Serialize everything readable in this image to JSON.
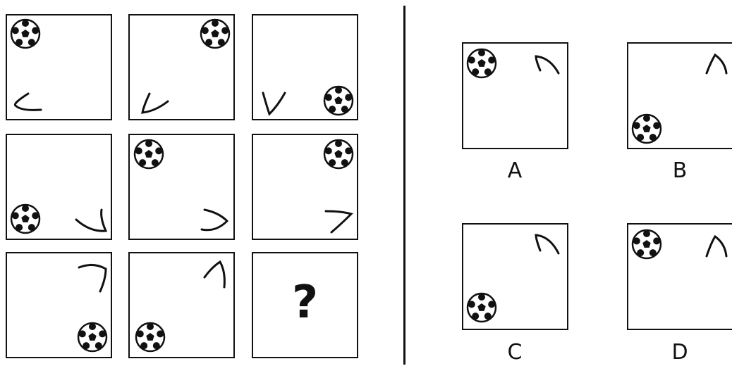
{
  "question_mark": "?",
  "options": [
    {
      "label": "A"
    },
    {
      "label": "B"
    },
    {
      "label": "C"
    },
    {
      "label": "D"
    }
  ]
}
